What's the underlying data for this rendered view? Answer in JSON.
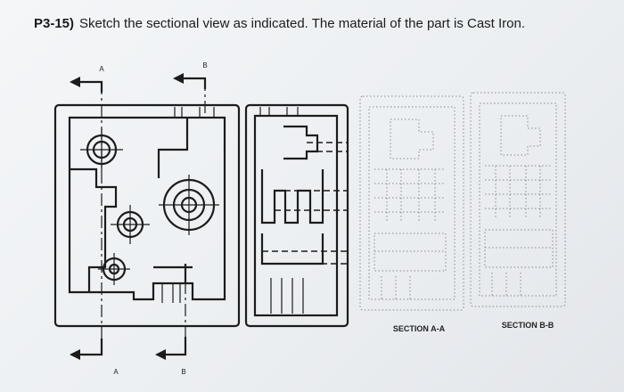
{
  "problem": {
    "number": "P3-15)",
    "instruction": "Sketch the sectional view as indicated. The material of the part is Cast Iron."
  },
  "cutting_planes": {
    "a_top": "A",
    "b_top": "B",
    "a_bottom": "A",
    "b_bottom": "B"
  },
  "sections": {
    "a_label": "SECTION A-A",
    "b_label": "SECTION B-B"
  }
}
